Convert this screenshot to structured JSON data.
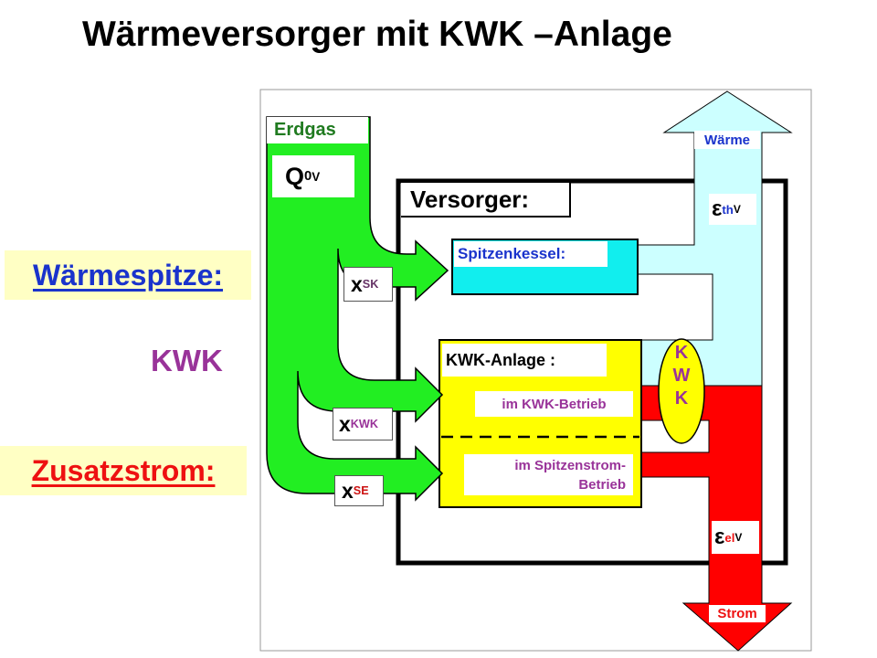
{
  "title": "Wärmeversorger mit KWK –Anlage",
  "left_labels": {
    "waermespitze": "Wärmespitze:",
    "kwk": "KWK",
    "zusatzstrom": "Zusatzstrom:"
  },
  "diagram": {
    "erdgas": "Erdgas",
    "q0v": {
      "base": "Q",
      "sub": "0",
      "sup": "V"
    },
    "versorger": "Versorger:",
    "x_sk": {
      "base": "x",
      "sub": "SK"
    },
    "x_kwk": {
      "base": "x",
      "sub": "KWK"
    },
    "x_se": {
      "base": "x",
      "sub": "SE"
    },
    "spitzenkessel": "Spitzenkessel:",
    "kwk_anlage": "KWK-Anlage :",
    "kwk_betrieb": "im KWK-Betrieb",
    "spitzenstrom": [
      "im Spitzenstrom-",
      "Betrieb"
    ],
    "kwk_vertical": [
      "K",
      "W",
      "K"
    ],
    "waerme": "Wärme",
    "eps_th": {
      "base": "ε",
      "sub": "th",
      "sup": "V"
    },
    "eps_el": {
      "base": "ε",
      "sub": "el",
      "sup": "V"
    },
    "strom": "Strom"
  },
  "colors": {
    "gas": "#22ee22",
    "heat": "#ccffff",
    "peak_boiler": "#11eeee",
    "chp_unit": "#ffff00",
    "power": "#ff0000",
    "label_blue": "#1a33cc",
    "label_red": "#ee1111",
    "label_purple": "#993399",
    "side_box": "#ffffc4"
  }
}
